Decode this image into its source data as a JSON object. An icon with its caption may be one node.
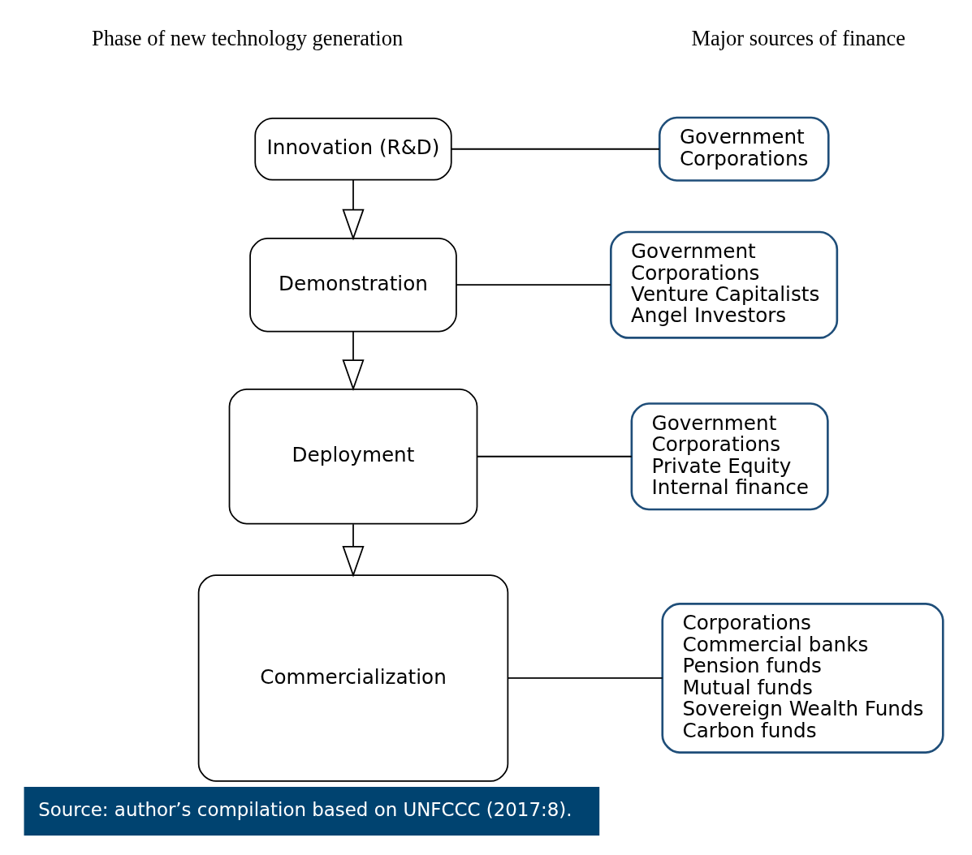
{
  "diagram": {
    "caption": "Source: author’s compilation based on UNFCCC (2017:8).",
    "nodes": [
      {
        "text": [
          "Innovation (R&D)"
        ]
      },
      {
        "text": [
          "Government",
          "Corporations"
        ]
      },
      {
        "text": [
          "Demonstration"
        ]
      },
      {
        "text": [
          "Government",
          "Corporations",
          "Venture Capitalists",
          "Angel Investors"
        ]
      },
      {
        "text": [
          "Deployment"
        ]
      },
      {
        "text": [
          "Government",
          "Corporations",
          "Private Equity",
          "Internal finance"
        ]
      },
      {
        "text": [
          "Commercialization"
        ]
      },
      {
        "text": [
          "Corporations",
          "Commercial banks",
          "Pension funds",
          "Mutual funds",
          "Sovereign Wealth Funds",
          "Carbon funds"
        ]
      }
    ],
    "edges": [
      {
        "from": 0,
        "to": 1,
        "arrow": "none"
      },
      {
        "from": 0,
        "to": 2,
        "arrow": "to"
      },
      {
        "from": 2,
        "to": 3,
        "arrow": "none"
      },
      {
        "from": 2,
        "to": 4,
        "arrow": "to"
      },
      {
        "from": 4,
        "to": 5,
        "arrow": "none"
      },
      {
        "from": 4,
        "to": 6,
        "arrow": "to"
      },
      {
        "from": 6,
        "to": 7,
        "arrow": "none"
      }
    ],
    "labels": [
      "Phase of new technology generation",
      "Major sources of finance"
    ]
  }
}
